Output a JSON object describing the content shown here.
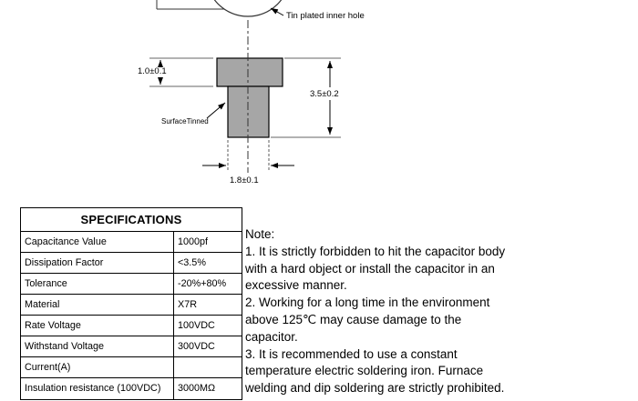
{
  "drawing": {
    "tin_plated_label": "Tin plated inner hole",
    "dim_flange": "1.0±0.1",
    "dim_height": "3.5±0.2",
    "surface_tinned_label": "SurfaceTinned",
    "dim_width": "1.8±0.1",
    "fill_color": "#a6a6a6"
  },
  "table": {
    "title": "SPECIFICATIONS",
    "rows": [
      {
        "label": "Capacitance Value",
        "value": "1000pf"
      },
      {
        "label": "Dissipation Factor",
        "value": "<3.5%"
      },
      {
        "label": "Tolerance",
        "value": "-20%+80%"
      },
      {
        "label": "Material",
        "value": "X7R"
      },
      {
        "label": "Rate Voltage",
        "value": "100VDC"
      },
      {
        "label": "Withstand Voltage",
        "value": "300VDC"
      },
      {
        "label": "Current(A)",
        "value": ""
      },
      {
        "label": "Insulation resistance (100VDC)",
        "value": "3000MΩ"
      }
    ]
  },
  "note": {
    "lines": [
      "Note:",
      "1. It is strictly forbidden to hit the capacitor body",
      "with a hard object or install the capacitor in an",
      "excessive manner.",
      "2. Working for a long time in the environment",
      "above 125℃ may cause damage to the",
      "capacitor.",
      "3. It is recommended to use a constant",
      "temperature electric soldering iron. Furnace",
      "welding and dip soldering are strictly prohibited."
    ]
  }
}
